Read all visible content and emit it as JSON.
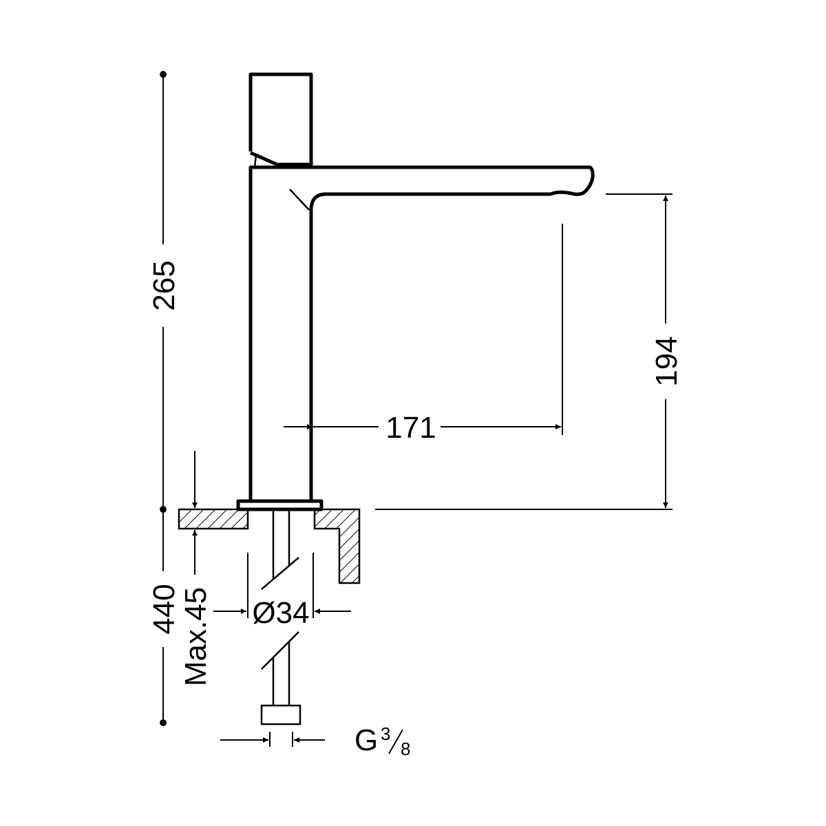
{
  "drawing": {
    "dimensions": {
      "total_height": "265",
      "total_with_pipe": "440",
      "spout_height": "194",
      "spout_reach": "171",
      "max_deck_thickness": "Max.45",
      "hole_diameter": "Ø34",
      "connection_thread_letter": "G",
      "connection_thread_num": "3",
      "connection_thread_den": "8"
    },
    "colors": {
      "line": "#000000",
      "background": "#ffffff"
    }
  }
}
